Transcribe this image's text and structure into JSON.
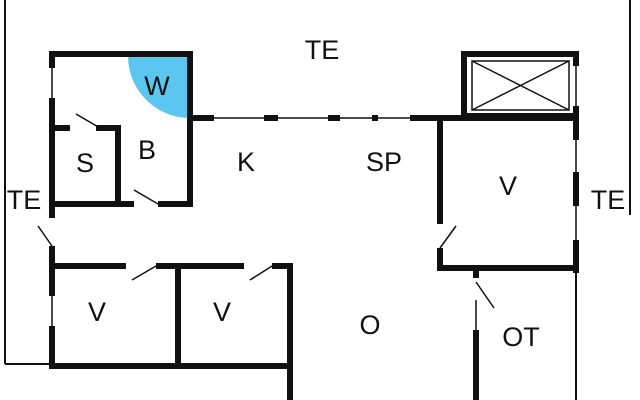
{
  "rooms": {
    "terrace_top": "TE",
    "terrace_left": "TE",
    "terrace_right": "TE",
    "wc": "W",
    "bathroom": "B",
    "sauna": "S",
    "kitchen": "K",
    "dining": "SP",
    "bedroom_right": "V",
    "bedroom_left": "V",
    "bedroom_middle": "V",
    "living": "O",
    "storage": "OT"
  },
  "colors": {
    "wall": "#111111",
    "background": "#ffffff",
    "wc_fill": "#5bc7f0"
  }
}
